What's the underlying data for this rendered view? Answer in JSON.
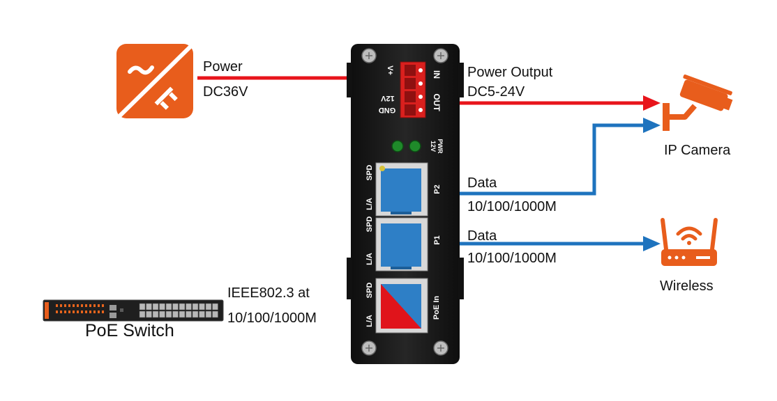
{
  "labels": {
    "power": "Power",
    "power_voltage": "DC36V",
    "power_output": "Power Output",
    "power_output_voltage": "DC5-24V",
    "ip_camera": "IP Camera",
    "data_p2": "Data",
    "data_p2_speed": "10/100/1000M",
    "data_p1": "Data",
    "data_p1_speed": "10/100/1000M",
    "wireless": "Wireless",
    "poe_standard": "IEEE802.3 at",
    "poe_speed": "10/100/1000M",
    "poe_switch": "PoE Switch"
  },
  "device": {
    "terminal_v_plus": "V+",
    "terminal_12v": "12V",
    "terminal_gnd": "GND",
    "terminal_in": "IN",
    "terminal_out": "OUT",
    "led_12v": "12V",
    "led_pwr": "PWR",
    "port_spd": "SPD",
    "port_la": "L/A",
    "port_p2": "P2",
    "port_p1": "P1",
    "port_poe_in": "PoE In"
  },
  "colors": {
    "power_line": "#e8141b",
    "data_line": "#1e73be",
    "poe_gradient_start": "#2a4fa8",
    "poe_gradient_end": "#e0141b",
    "accent_orange": "#e85d1c",
    "device_body": "#1c1c1c",
    "port_blue": "#2e7fc6"
  },
  "icons": {
    "power_supply": "power-supply-icon",
    "ip_camera": "cctv-camera-icon",
    "wireless": "wireless-router-icon",
    "poe_switch": "poe-switch-device"
  }
}
